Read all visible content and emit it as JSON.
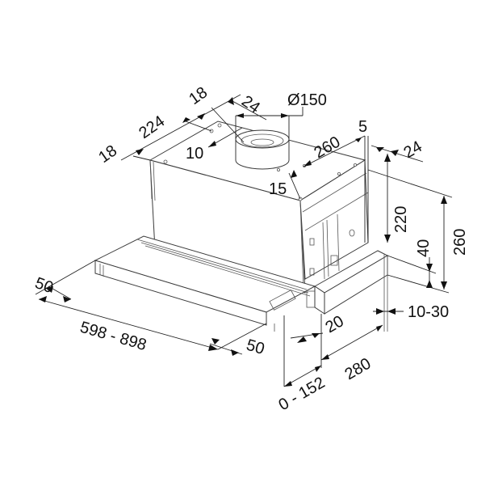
{
  "drawing": {
    "title": "Telescopic cooker hood – dimensional drawing",
    "units": "mm",
    "line_color": "#3a3a3a",
    "background": "#ffffff",
    "dimensions": {
      "top_left_depth_18a": "18",
      "top_depth_224": "224",
      "top_depth_18b": "18",
      "top_offset_24": "24",
      "duct_diameter": "Ø150",
      "duct_offset_10": "10",
      "width_260_top": "260",
      "edge_5": "5",
      "right_offset_24": "24",
      "duct_offset_15": "15",
      "height_220": "220",
      "height_40": "40",
      "height_260": "260",
      "front_50_left": "50",
      "width_598_898": "598 - 898",
      "front_50_right": "50",
      "depth_20": "20",
      "depth_280": "280",
      "extension_0_152": "0 - 152",
      "offset_10_30": "10-30"
    }
  }
}
